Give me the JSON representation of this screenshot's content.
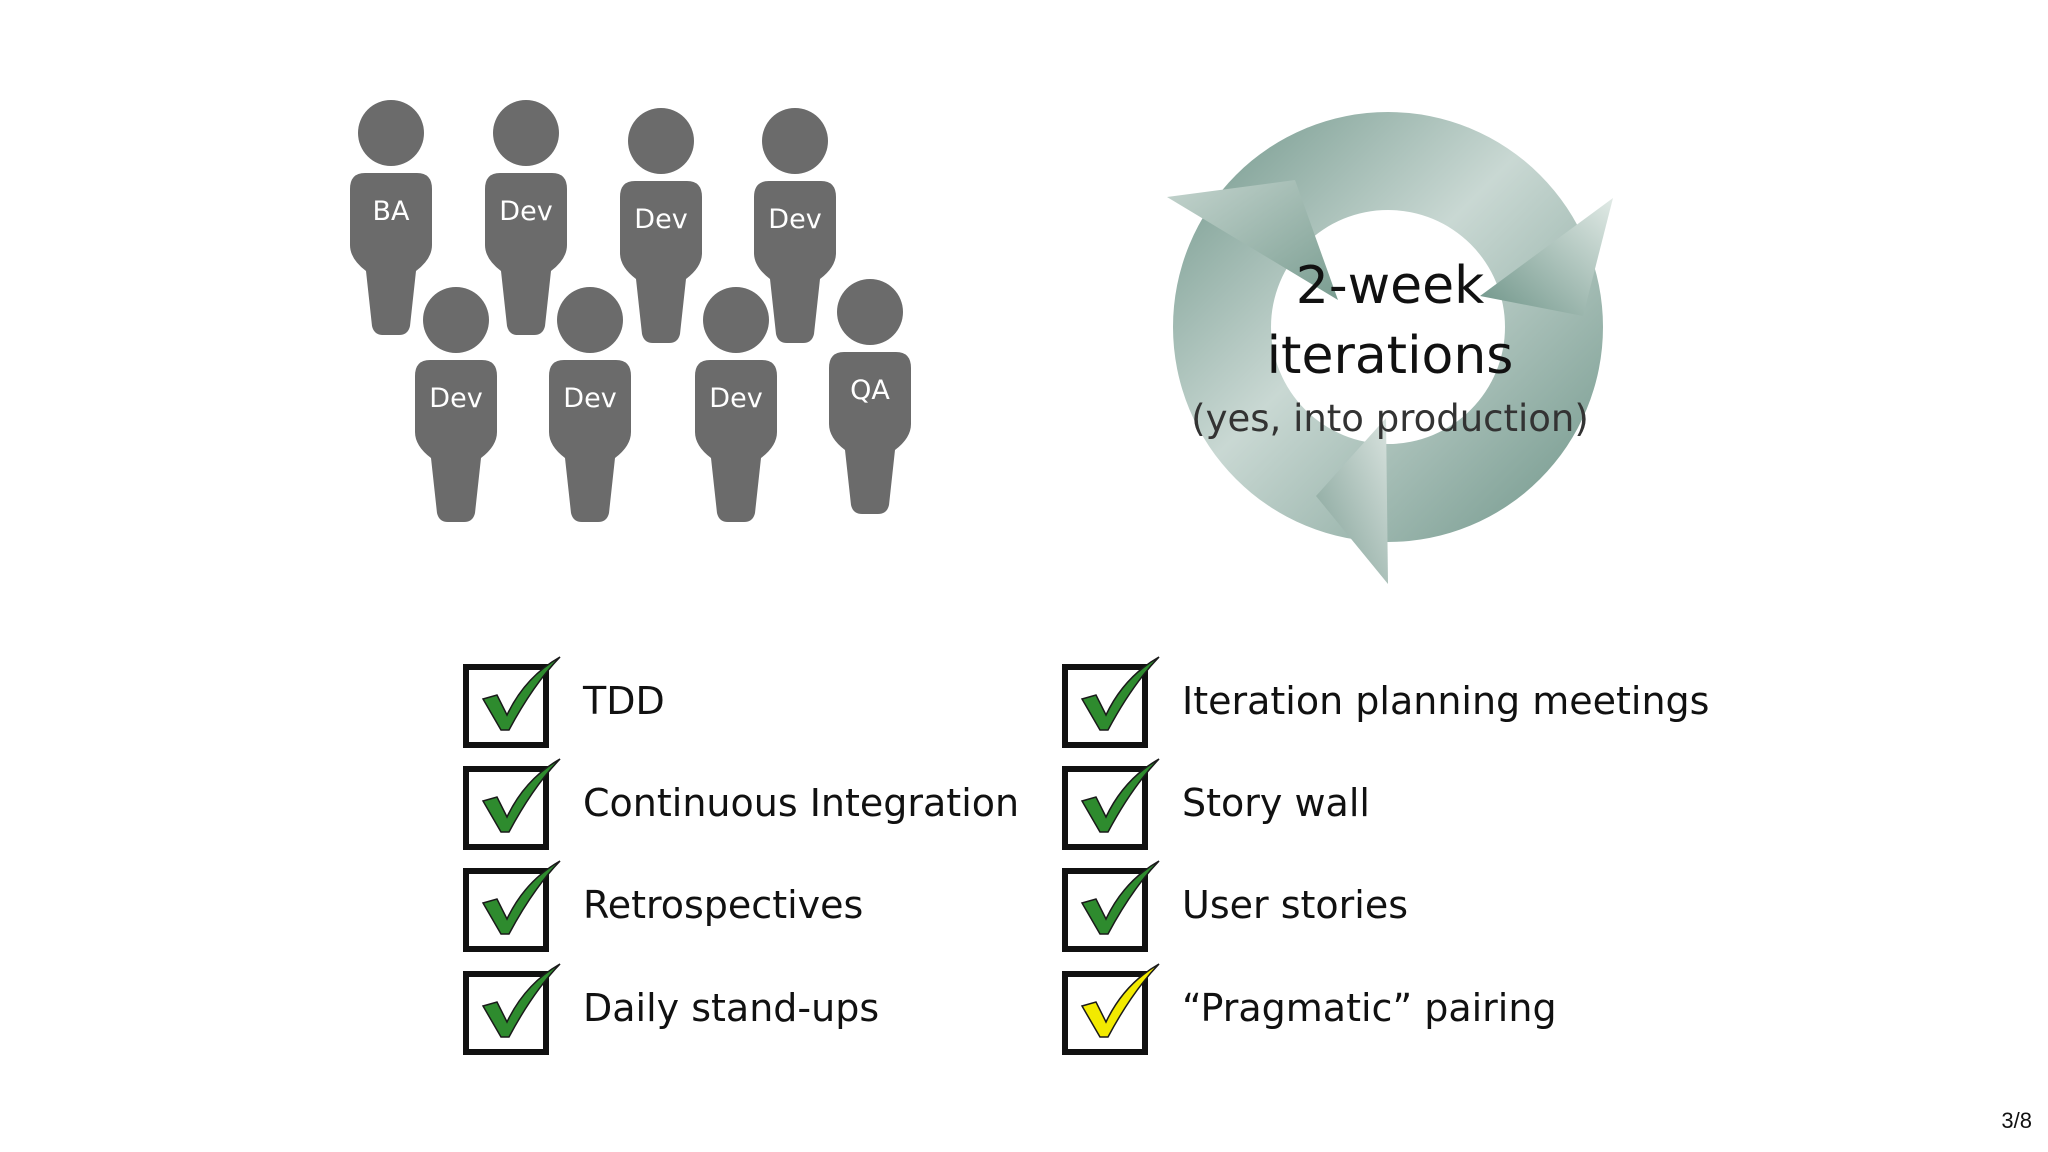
{
  "team": {
    "members": [
      {
        "label": "BA"
      },
      {
        "label": "Dev"
      },
      {
        "label": "Dev"
      },
      {
        "label": "Dev"
      },
      {
        "label": "Dev"
      },
      {
        "label": "Dev"
      },
      {
        "label": "Dev"
      },
      {
        "label": "QA"
      }
    ],
    "color": "#6b6b6b"
  },
  "cycle": {
    "title_line1": "2-week",
    "title_line2": "iterations",
    "subtitle": "(yes, into production)",
    "color_dark": "#6e9488",
    "color_light": "#dbe5e1"
  },
  "practices": {
    "left": [
      {
        "label": "TDD",
        "check_color": "#2e8b2e"
      },
      {
        "label": "Continuous Integration",
        "check_color": "#2e8b2e"
      },
      {
        "label": "Retrospectives",
        "check_color": "#2e8b2e"
      },
      {
        "label": "Daily stand-ups",
        "check_color": "#2e8b2e"
      }
    ],
    "right": [
      {
        "label": "Iteration planning meetings",
        "check_color": "#2e8b2e"
      },
      {
        "label": "Story wall",
        "check_color": "#2e8b2e"
      },
      {
        "label": "User stories",
        "check_color": "#2e8b2e"
      },
      {
        "label": "“Pragmatic” pairing",
        "check_color": "#f2ea00"
      }
    ]
  },
  "page": {
    "number": "3/8"
  }
}
